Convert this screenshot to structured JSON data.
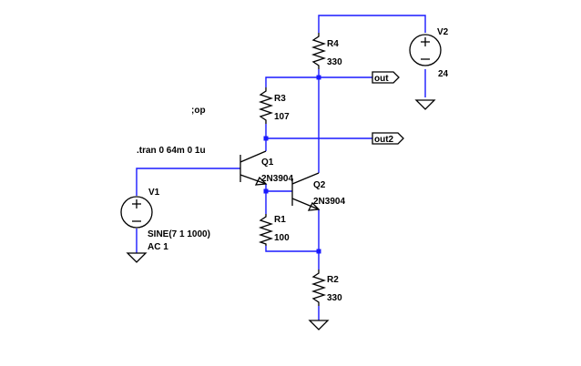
{
  "schematic": {
    "directive_op": ";op",
    "directive_tran": ".tran 0 64m 0 1u",
    "components": {
      "r4": {
        "name": "R4",
        "value": "330"
      },
      "r3": {
        "name": "R3",
        "value": "107"
      },
      "r1": {
        "name": "R1",
        "value": "100"
      },
      "r2": {
        "name": "R2",
        "value": "330"
      },
      "q1": {
        "name": "Q1",
        "model": "2N3904"
      },
      "q2": {
        "name": "Q2",
        "model": "2N3904"
      },
      "v1": {
        "name": "V1",
        "value": "SINE(7 1 1000)",
        "ac": "AC 1"
      },
      "v2": {
        "name": "V2",
        "value": "24"
      }
    },
    "net_labels": {
      "out": "out",
      "out2": "out2"
    }
  },
  "colors": {
    "wire": "#1a1aff",
    "component": "#000000",
    "background": "#ffffff"
  }
}
